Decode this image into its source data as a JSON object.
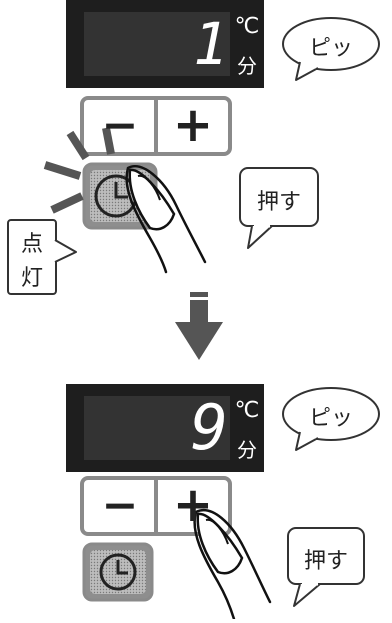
{
  "step1": {
    "display_value": "1",
    "unit_celsius": "℃",
    "unit_minutes": "分",
    "beep": "ピッ",
    "minus_label": "−",
    "plus_label": "+",
    "press_label": "押す",
    "lit_label_line1": "点",
    "lit_label_line2": "灯"
  },
  "step2": {
    "display_value": "9",
    "unit_celsius": "℃",
    "unit_minutes": "分",
    "beep": "ピッ",
    "minus_label": "−",
    "plus_label": "+",
    "press_label": "押す"
  },
  "icons": [
    "clock-icon",
    "finger-icon",
    "down-arrow-icon",
    "glow-rays-icon"
  ],
  "colors": {
    "display_bg": "#1e1e1e",
    "display_panel": "#333333",
    "digit": "#ffffff",
    "button_border": "#8a8a8a",
    "timer_button": "#9a9a9a",
    "arrow": "#555555"
  }
}
